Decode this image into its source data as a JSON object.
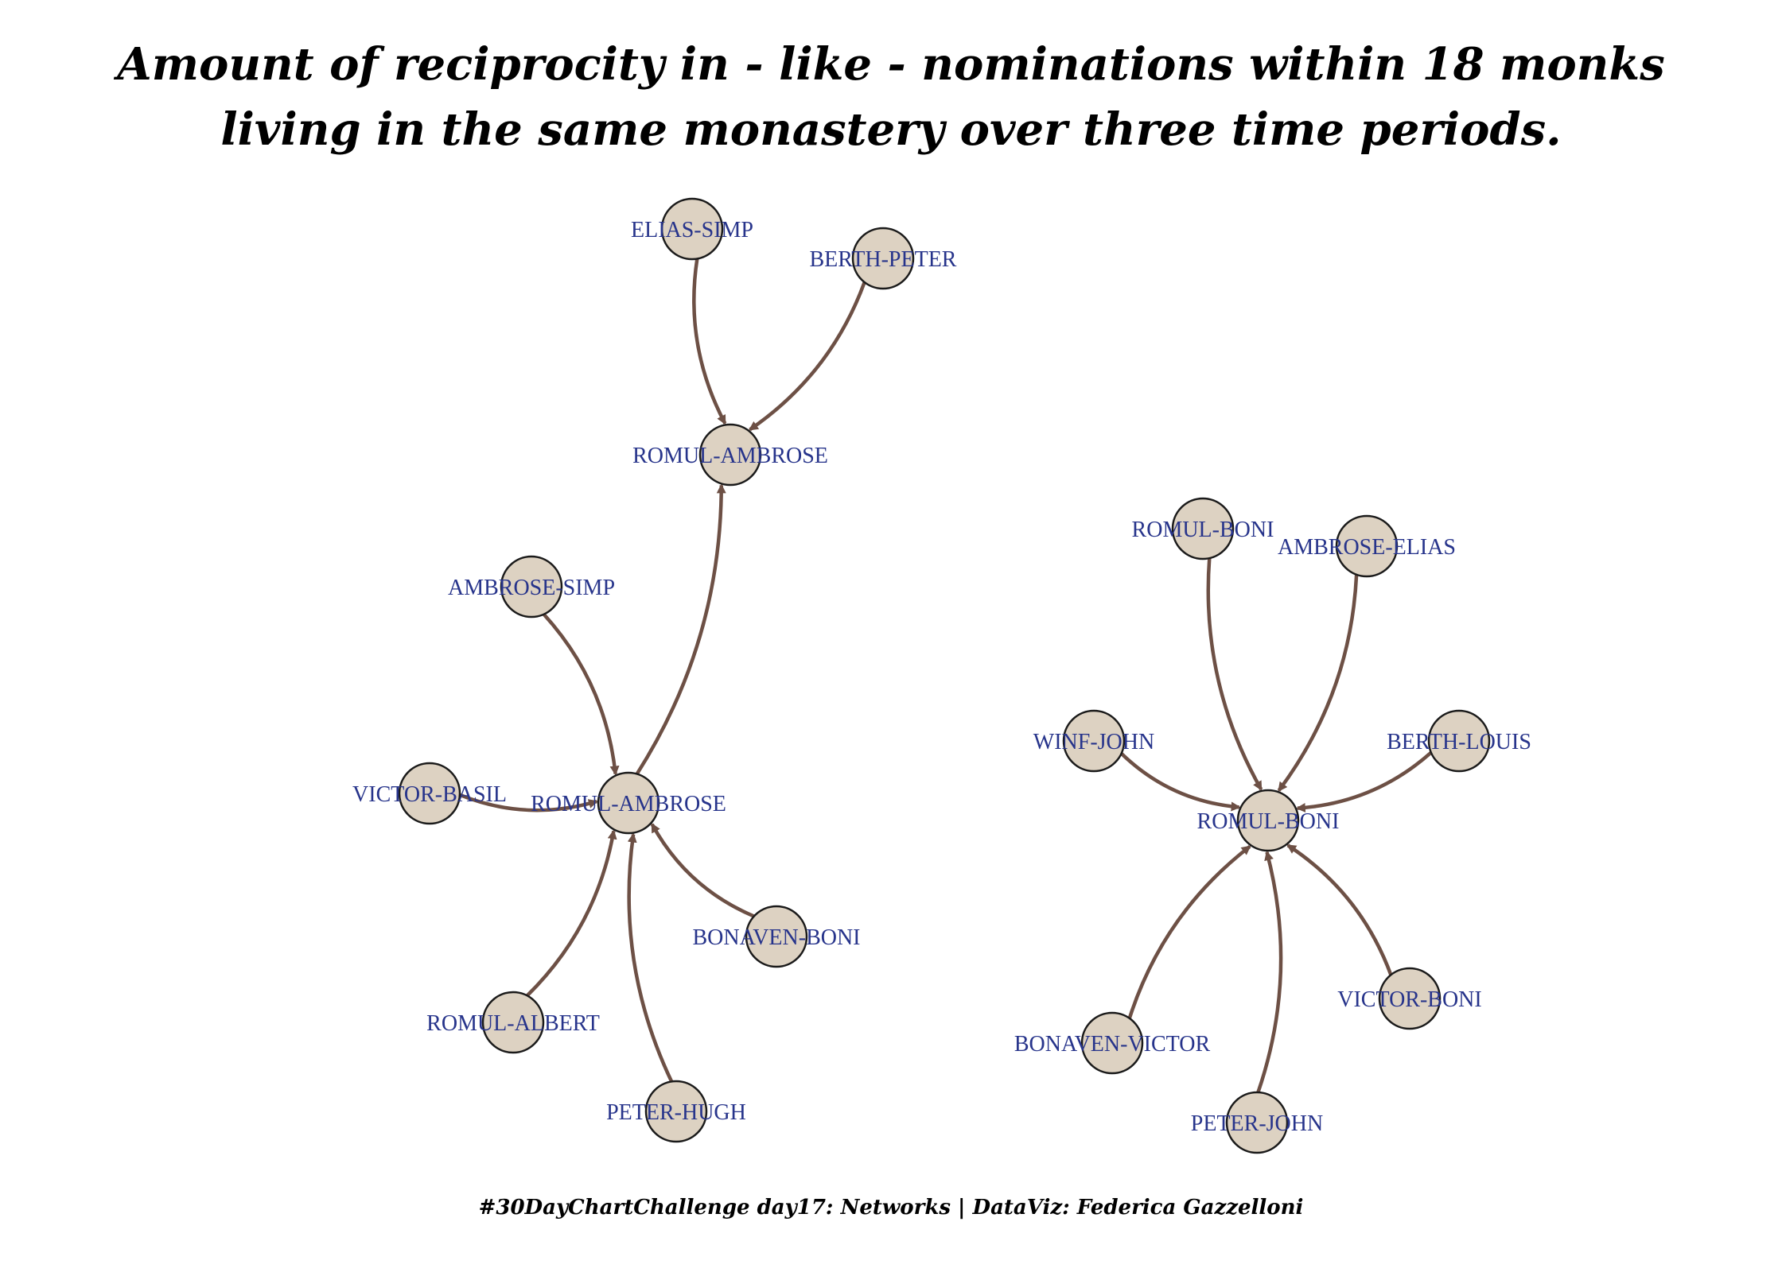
{
  "title": {
    "line1": "Amount of reciprocity in - like - nominations within 18 monks",
    "line2": "living in the same monastery over three time periods."
  },
  "caption": "#30DayChartChallenge day17: Networks | DataViz: Federica Gazzelloni",
  "colors": {
    "node_fill": "#ddd2c2",
    "node_stroke": "#1a1a1a",
    "edge": "#6d5045",
    "label": "#27348b"
  },
  "network": {
    "nodes": [
      {
        "id": "n1",
        "label": "ELIAS-SIMP"
      },
      {
        "id": "n2",
        "label": "BERTH-PETER"
      },
      {
        "id": "n3",
        "label": "ROMUL-AMBROSE"
      },
      {
        "id": "n4",
        "label": "AMBROSE-SIMP"
      },
      {
        "id": "n5",
        "label": "ROMUL-AMBROSE"
      },
      {
        "id": "n6",
        "label": "VICTOR-BASIL"
      },
      {
        "id": "n7",
        "label": "BONAVEN-BONI"
      },
      {
        "id": "n8",
        "label": "ROMUL-ALBERT"
      },
      {
        "id": "n9",
        "label": "PETER-HUGH"
      },
      {
        "id": "n10",
        "label": "ROMUL-BONI"
      },
      {
        "id": "n11",
        "label": "AMBROSE-ELIAS"
      },
      {
        "id": "n12",
        "label": "WINF-JOHN"
      },
      {
        "id": "n13",
        "label": "BERTH-LOUIS"
      },
      {
        "id": "n14",
        "label": "ROMUL-BONI"
      },
      {
        "id": "n15",
        "label": "VICTOR-BONI"
      },
      {
        "id": "n16",
        "label": "BONAVEN-VICTOR"
      },
      {
        "id": "n17",
        "label": "PETER-JOHN"
      }
    ],
    "edges": [
      {
        "from": "n1",
        "to": "n3"
      },
      {
        "from": "n2",
        "to": "n3"
      },
      {
        "from": "n5",
        "to": "n3"
      },
      {
        "from": "n4",
        "to": "n5"
      },
      {
        "from": "n6",
        "to": "n5"
      },
      {
        "from": "n7",
        "to": "n5"
      },
      {
        "from": "n8",
        "to": "n5"
      },
      {
        "from": "n9",
        "to": "n5"
      },
      {
        "from": "n10",
        "to": "n14"
      },
      {
        "from": "n11",
        "to": "n14"
      },
      {
        "from": "n12",
        "to": "n14"
      },
      {
        "from": "n13",
        "to": "n14"
      },
      {
        "from": "n15",
        "to": "n14"
      },
      {
        "from": "n16",
        "to": "n14"
      },
      {
        "from": "n17",
        "to": "n14"
      }
    ]
  }
}
